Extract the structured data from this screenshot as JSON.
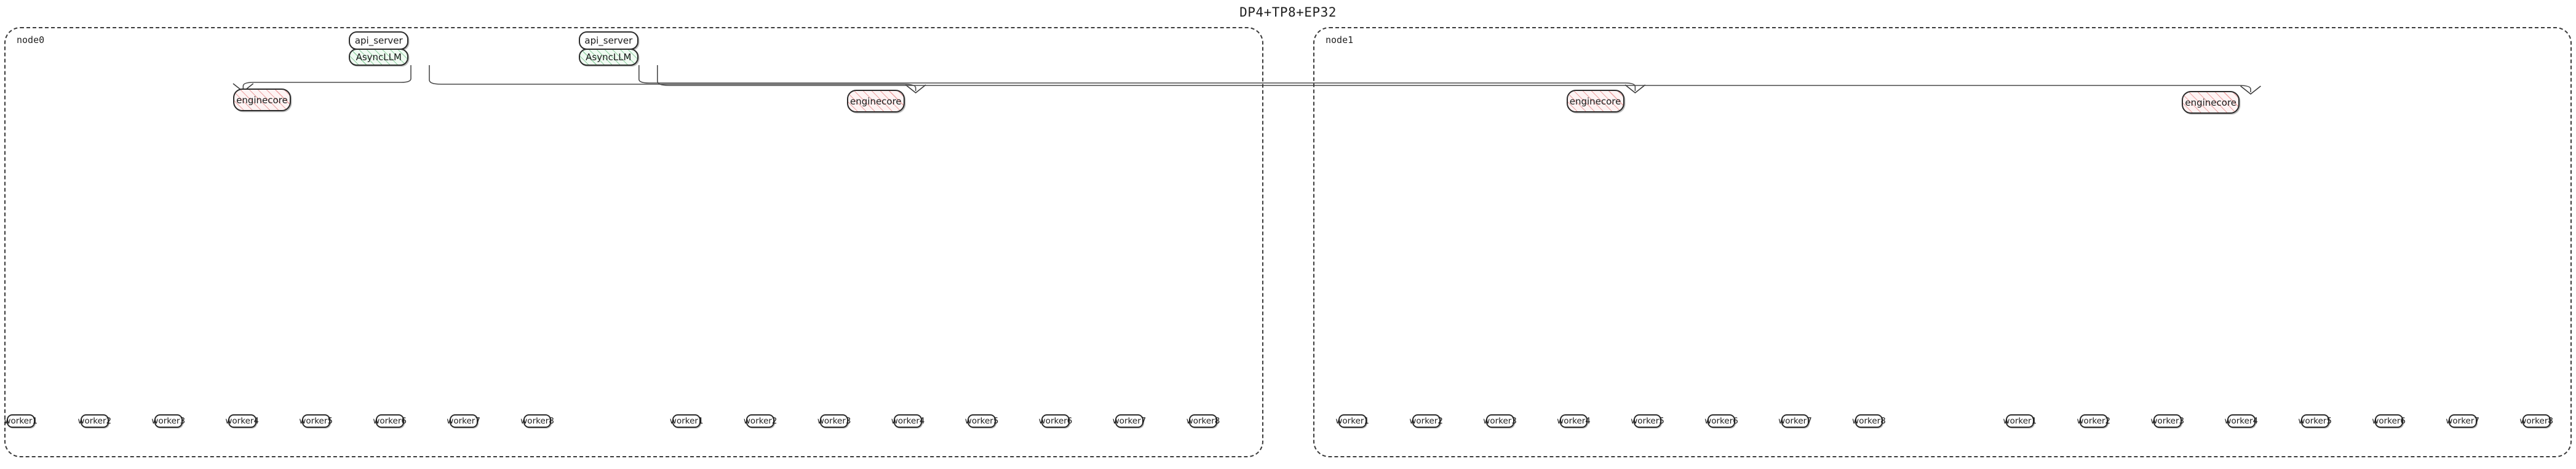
{
  "title": "DP4+TP8+EP32",
  "nodes": [
    {
      "label": "node0",
      "api_servers": [
        {
          "top_label": "api_server",
          "bottom_label": "AsyncLLM"
        },
        {
          "top_label": "api_server",
          "bottom_label": "AsyncLLM"
        }
      ],
      "enginecores": [
        {
          "label": "enginecore"
        },
        {
          "label": "enginecore"
        }
      ],
      "worker_groups": [
        {
          "workers": [
            "worker1",
            "worker2",
            "worker3",
            "worker4",
            "worker5",
            "worker6",
            "worker7",
            "worker8"
          ]
        },
        {
          "workers": [
            "worker1",
            "worker2",
            "worker3",
            "worker4",
            "worker5",
            "worker6",
            "worker7",
            "worker8"
          ]
        }
      ]
    },
    {
      "label": "node1",
      "api_servers": [],
      "enginecores": [
        {
          "label": "enginecore"
        },
        {
          "label": "enginecore"
        }
      ],
      "worker_groups": [
        {
          "workers": [
            "worker1",
            "worker2",
            "worker3",
            "worker4",
            "worker5",
            "worker6",
            "worker7",
            "worker8"
          ]
        },
        {
          "workers": [
            "worker1",
            "worker2",
            "worker3",
            "worker4",
            "worker5",
            "worker6",
            "worker7",
            "worker8"
          ]
        }
      ]
    }
  ],
  "colors": {
    "async_fill": "#f0faf2",
    "async_hatch": "#46af64",
    "engine_fill": "#fdf3f3",
    "engine_hatch": "#e16e6e",
    "box_stroke": "#2b2b2b",
    "container_stroke": "#3a3a3a",
    "edge_stroke": "#4a4a4a",
    "text": "#1a1a1a",
    "background": "#ffffff"
  }
}
